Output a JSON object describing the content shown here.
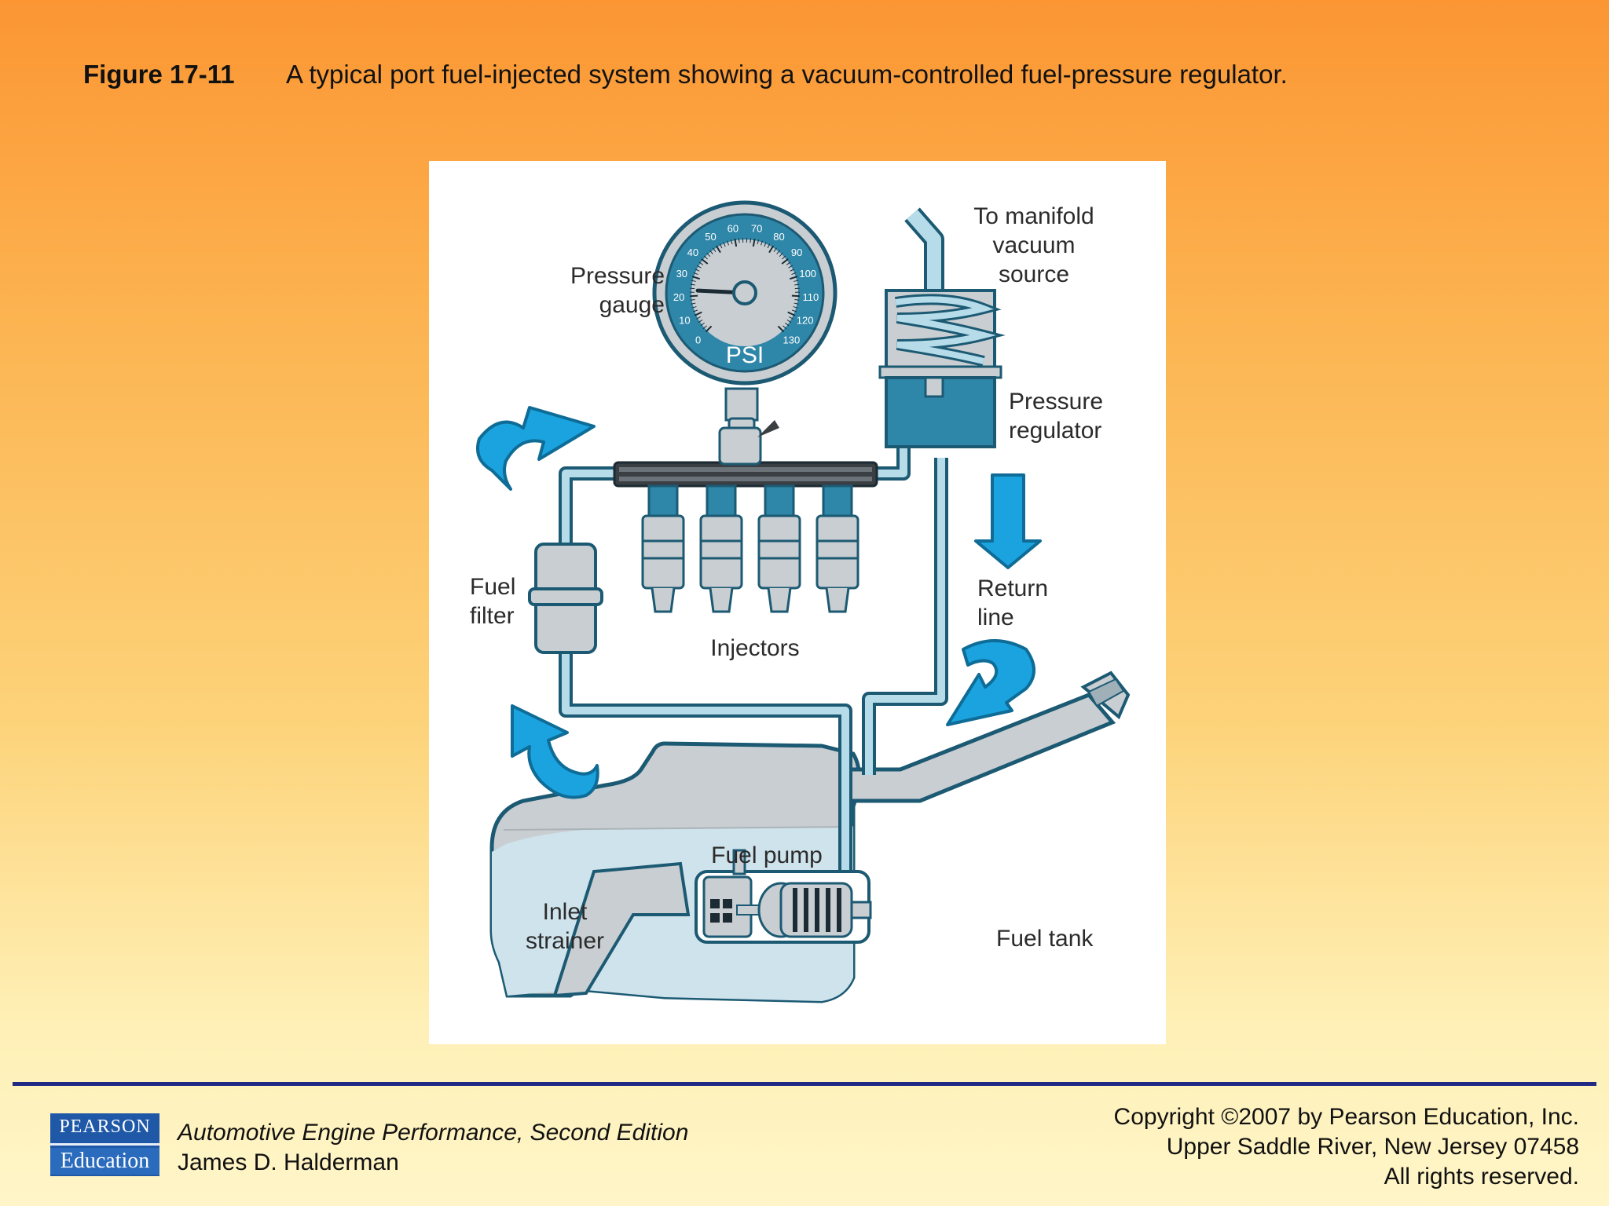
{
  "caption": {
    "figure_number": "Figure 17-11",
    "text": "A typical port fuel-injected system showing a vacuum-controlled fuel-pressure regulator."
  },
  "diagram": {
    "gauge": {
      "unit_label": "PSI",
      "scale_ticks": [
        "0",
        "10",
        "20",
        "30",
        "40",
        "50",
        "60",
        "70",
        "80",
        "90",
        "100",
        "110",
        "120",
        "130"
      ],
      "needle_value": 23
    },
    "labels": {
      "pressure_gauge": [
        "Pressure",
        "gauge"
      ],
      "to_manifold": [
        "To manifold",
        "vacuum",
        "source"
      ],
      "pressure_regulator": [
        "Pressure",
        "regulator"
      ],
      "fuel_filter": [
        "Fuel",
        "filter"
      ],
      "injectors": "Injectors",
      "return_line": [
        "Return",
        "line"
      ],
      "fuel_pump": "Fuel pump",
      "inlet_strainer": [
        "Inlet",
        "strainer"
      ],
      "fuel_tank": "Fuel tank"
    },
    "colors": {
      "line_blue": "#b6dcea",
      "line_outline": "#1c5a73",
      "arrow_blue": "#1aa3df",
      "gauge_face": "#2e86a8",
      "fuel": "#cfe3ec",
      "tank_air": "#c9ced2"
    }
  },
  "footer": {
    "logo_top": "PEARSON",
    "logo_bottom": "Education",
    "book_title": "Automotive Engine Performance, Second Edition",
    "author": "James D. Halderman",
    "copyright_lines": [
      "Copyright ©2007 by Pearson Education, Inc.",
      "Upper Saddle River, New Jersey 07458",
      "All rights reserved."
    ]
  }
}
